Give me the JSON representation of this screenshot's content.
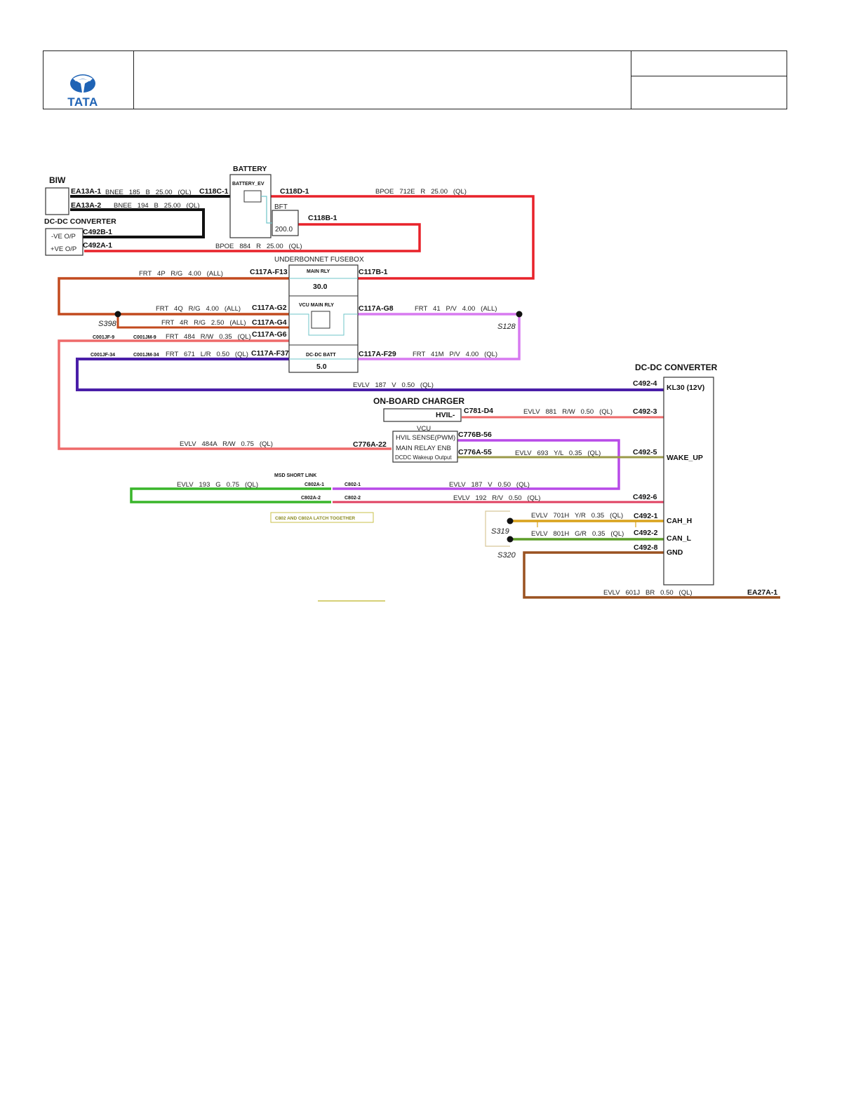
{
  "header": {
    "logo_text": "TATA"
  },
  "components": {
    "biw": "BIW",
    "battery": "BATTERY",
    "battery_ev": "BATTERY_EV",
    "bft": "BFT",
    "bft_value": "200.0",
    "dcdc_small": "DC-DC CONVERTER",
    "neg_op": "-VE O/P",
    "pos_op": "+VE O/P",
    "fusebox": "UNDERBONNET FUSEBOX",
    "main_rly": "MAIN RLY",
    "main_rly_val": "30.0",
    "vcu_main_rly": "VCU MAIN RLY",
    "dcdc_batt": "DC-DC BATT",
    "dcdc_batt_val": "5.0",
    "onboard_charger": "ON-BOARD CHARGER",
    "hvil": "HVIL-",
    "vcu": "VCU",
    "hvil_sense": "HVIL SENSE(PWM)",
    "main_relay_enb": "MAIN RELAY ENB",
    "dcdc_wakeup": "DCDC Wakeup Output",
    "dcdc_big": "DC-DC CONVERTER",
    "kl30": "KL30 (12V)",
    "wake_up": "WAKE_UP",
    "cah_h": "CAH_H",
    "can_l": "CAN_L",
    "gnd": "GND",
    "msd": "MSD SHORT LINK",
    "latch_note": "C802 AND C802A LATCH TOGETHER"
  },
  "connectors": {
    "ea13a1": "EA13A-1",
    "ea13a2": "EA13A-2",
    "c118c1": "C118C-1",
    "c118d1": "C118D-1",
    "c118b1": "C118B-1",
    "c492b1": "C492B-1",
    "c492a1": "C492A-1",
    "c117af13": "C117A-F13",
    "c117b1": "C117B-1",
    "c117ag2": "C117A-G2",
    "c117ag4": "C117A-G4",
    "c117ag6": "C117A-G6",
    "c117af37": "C117A-F37",
    "c117ag8": "C117A-G8",
    "c117af29": "C117A-F29",
    "c001jf9": "C001JF-9",
    "c001jm9": "C001JM-9",
    "c001jf34": "C001JF-34",
    "c001jm34": "C001JM-34",
    "c492_4": "C492-4",
    "c781d4": "C781-D4",
    "c492_3": "C492-3",
    "c776b56": "C776B-56",
    "c776a22": "C776A-22",
    "c776a55": "C776A-55",
    "c492_5": "C492-5",
    "c802a1": "C802A-1",
    "c802_1": "C802-1",
    "c802a2": "C802A-2",
    "c802_2": "C802-2",
    "c492_6": "C492-6",
    "c492_1": "C492-1",
    "c492_2": "C492-2",
    "c492_8": "C492-8",
    "ea27a1": "EA27A-1"
  },
  "splices": {
    "s398": "S398",
    "s128": "S128",
    "s319": "S319",
    "s320": "S320"
  },
  "wires": {
    "w1": "BNEE   185   B   25.00   (QL)",
    "w2": "BNEE   194   B   25.00   (QL)",
    "w3": "BPOE   712E   R   25.00   (QL)",
    "w4": "BPOE   884   R   25.00   (QL)",
    "w5": "FRT   4P   R/G   4.00   (ALL)",
    "w6": "FRT   4Q   R/G   4.00   (ALL)",
    "w7": "FRT   4R   R/G   2.50   (ALL)",
    "w8": "FRT   484   R/W   0.35   (QL)",
    "w9": "FRT   671   L/R   0.50   (QL)",
    "w10": "FRT   41   P/V   4.00   (ALL)",
    "w11": "FRT   41M   P/V   4.00   (QL)",
    "w12": "EVLV   187   V   0.50   (QL)",
    "w13": "EVLV   881   R/W   0.50   (QL)",
    "w14": "EVLV   484A   R/W   0.75   (QL)",
    "w15": "EVLV   693   Y/L   0.35   (QL)",
    "w16": "EVLV   193   G   0.75   (QL)",
    "w17": "EVLV   187   V   0.50   (QL)",
    "w18": "EVLV   192   R/V   0.50   (QL)",
    "w19": "EVLV   701H   Y/R   0.35   (QL)",
    "w20": "EVLV   801H   G/R   0.35   (QL)",
    "w21": "EVLV   601J   BR   0.50   (QL)"
  },
  "colors": {
    "black": "#111111",
    "red": "#e8222a",
    "redgreen": "#c24a1e",
    "pink": "#ee6a6a",
    "blue": "#4a1ea8",
    "violet": "#d77af0",
    "olive": "#9b9a4a",
    "green": "#39b52a",
    "crimson": "#e04060",
    "gold": "#d9a21b",
    "ggreen": "#5e9e2a",
    "brown": "#9a5220",
    "cyan": "#6fc4c9",
    "logo": "#1f63b5"
  }
}
